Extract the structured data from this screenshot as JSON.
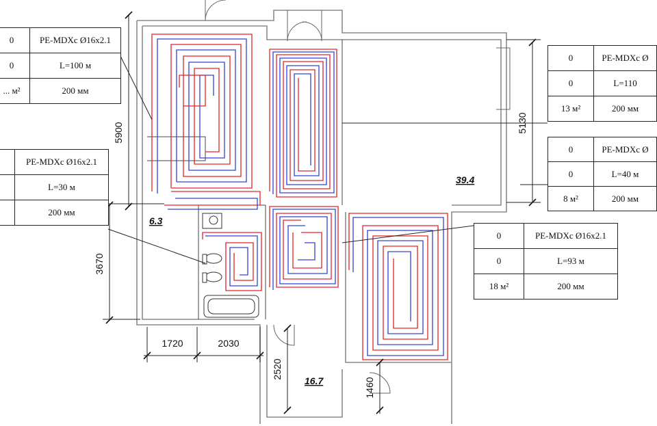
{
  "tables": [
    {
      "id": "t1",
      "rows": [
        [
          "0",
          "PE-MDXc Ø16x2.1"
        ],
        [
          "0",
          "L=100 м"
        ],
        [
          "... м²",
          "200 мм"
        ]
      ]
    },
    {
      "id": "t2",
      "rows": [
        [
          "",
          "PE-MDXc Ø16x2.1"
        ],
        [
          "",
          "L=30 м"
        ],
        [
          "",
          "200 мм"
        ]
      ]
    },
    {
      "id": "t3",
      "rows": [
        [
          "0",
          "PE-MDXc Ø"
        ],
        [
          "0",
          "L=110"
        ],
        [
          "13 м²",
          "200 мм"
        ]
      ]
    },
    {
      "id": "t4",
      "rows": [
        [
          "0",
          "PE-MDXc Ø"
        ],
        [
          "0",
          "L=40 м"
        ],
        [
          "8 м²",
          "200 мм"
        ]
      ]
    },
    {
      "id": "t5",
      "rows": [
        [
          "0",
          "PE-MDXc Ø16x2.1"
        ],
        [
          "0",
          "L=93 м"
        ],
        [
          "18 м²",
          "200 мм"
        ]
      ]
    }
  ],
  "dimensions": {
    "d5900": "5900",
    "d3670": "3670",
    "d1720": "1720",
    "d2030": "2030",
    "d2520": "2520",
    "d1460": "1460",
    "d5130": "5130"
  },
  "areas": {
    "living": "39.4",
    "corridor": "6.3",
    "hall": "16.7"
  },
  "colors": {
    "supply": "#e0242a",
    "return": "#3340d8",
    "walls": "#8a8a8a"
  }
}
